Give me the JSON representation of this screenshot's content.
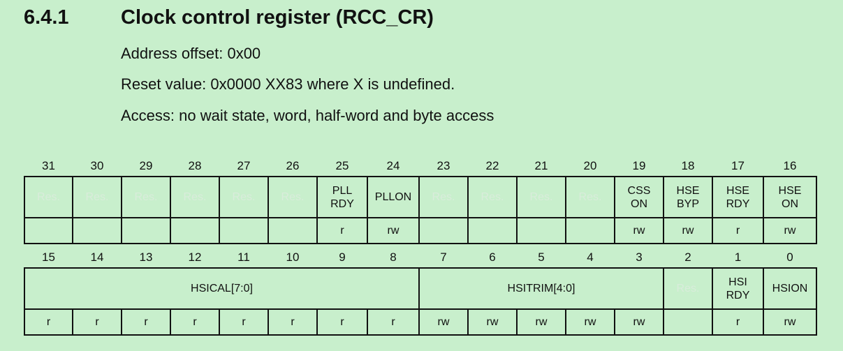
{
  "section": {
    "number": "6.4.1",
    "title": "Clock control register (RCC_CR)"
  },
  "info_lines": [
    "Address offset: 0x00",
    "Reset value: 0x0000 XX83 where X is undefined.",
    "Access: no wait state, word, half-word and byte access"
  ],
  "register_upper": {
    "bits": [
      "31",
      "30",
      "29",
      "28",
      "27",
      "26",
      "25",
      "24",
      "23",
      "22",
      "21",
      "20",
      "19",
      "18",
      "17",
      "16"
    ],
    "fields": [
      {
        "name": "Res.",
        "span": 1,
        "reserved": true
      },
      {
        "name": "Res.",
        "span": 1,
        "reserved": true
      },
      {
        "name": "Res.",
        "span": 1,
        "reserved": true
      },
      {
        "name": "Res.",
        "span": 1,
        "reserved": true
      },
      {
        "name": "Res.",
        "span": 1,
        "reserved": true
      },
      {
        "name": "Res.",
        "span": 1,
        "reserved": true
      },
      {
        "name": "PLL\nRDY",
        "span": 1,
        "reserved": false
      },
      {
        "name": "PLLON",
        "span": 1,
        "reserved": false
      },
      {
        "name": "Res.",
        "span": 1,
        "reserved": true
      },
      {
        "name": "Res.",
        "span": 1,
        "reserved": true
      },
      {
        "name": "Res.",
        "span": 1,
        "reserved": true
      },
      {
        "name": "Res.",
        "span": 1,
        "reserved": true
      },
      {
        "name": "CSS\nON",
        "span": 1,
        "reserved": false
      },
      {
        "name": "HSE\nBYP",
        "span": 1,
        "reserved": false
      },
      {
        "name": "HSE\nRDY",
        "span": 1,
        "reserved": false
      },
      {
        "name": "HSE\nON",
        "span": 1,
        "reserved": false
      }
    ],
    "access": [
      "",
      "",
      "",
      "",
      "",
      "",
      "r",
      "rw",
      "",
      "",
      "",
      "",
      "rw",
      "rw",
      "r",
      "rw"
    ]
  },
  "register_lower": {
    "bits": [
      "15",
      "14",
      "13",
      "12",
      "11",
      "10",
      "9",
      "8",
      "7",
      "6",
      "5",
      "4",
      "3",
      "2",
      "1",
      "0"
    ],
    "fields": [
      {
        "name": "HSICAL[7:0]",
        "span": 8,
        "reserved": false
      },
      {
        "name": "HSITRIM[4:0]",
        "span": 5,
        "reserved": false
      },
      {
        "name": "Res.",
        "span": 1,
        "reserved": true
      },
      {
        "name": "HSI\nRDY",
        "span": 1,
        "reserved": false
      },
      {
        "name": "HSION",
        "span": 1,
        "reserved": false
      }
    ],
    "access": [
      "r",
      "r",
      "r",
      "r",
      "r",
      "r",
      "r",
      "r",
      "rw",
      "rw",
      "rw",
      "rw",
      "rw",
      "",
      "r",
      "rw"
    ]
  }
}
